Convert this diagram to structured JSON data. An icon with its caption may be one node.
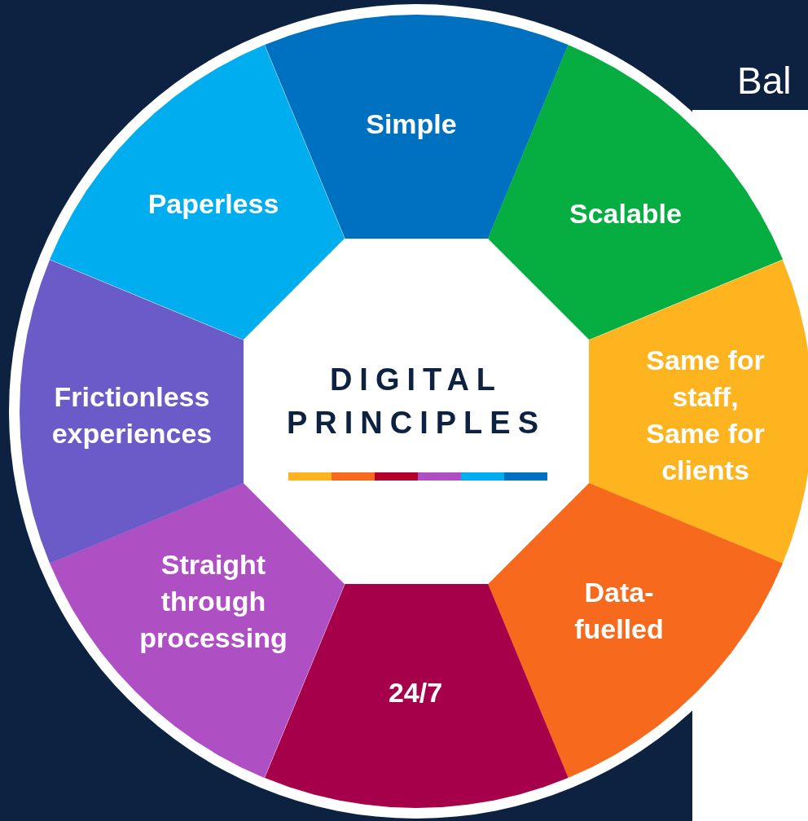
{
  "diagram": {
    "nodes": [
      {
        "text": [
          "DIGITAL PRINCIPLES"
        ]
      },
      {
        "text": [
          "Simple"
        ]
      },
      {
        "text": [
          "Scalable"
        ]
      },
      {
        "text": [
          "Same for staff, Same for clients"
        ]
      },
      {
        "text": [
          "Data-fuelled"
        ]
      },
      {
        "text": [
          "24/7"
        ]
      },
      {
        "text": [
          "Straight through processing"
        ]
      },
      {
        "text": [
          "Frictionless experiences"
        ]
      },
      {
        "text": [
          "Paperless"
        ]
      }
    ],
    "labels": [
      "Bal"
    ]
  }
}
